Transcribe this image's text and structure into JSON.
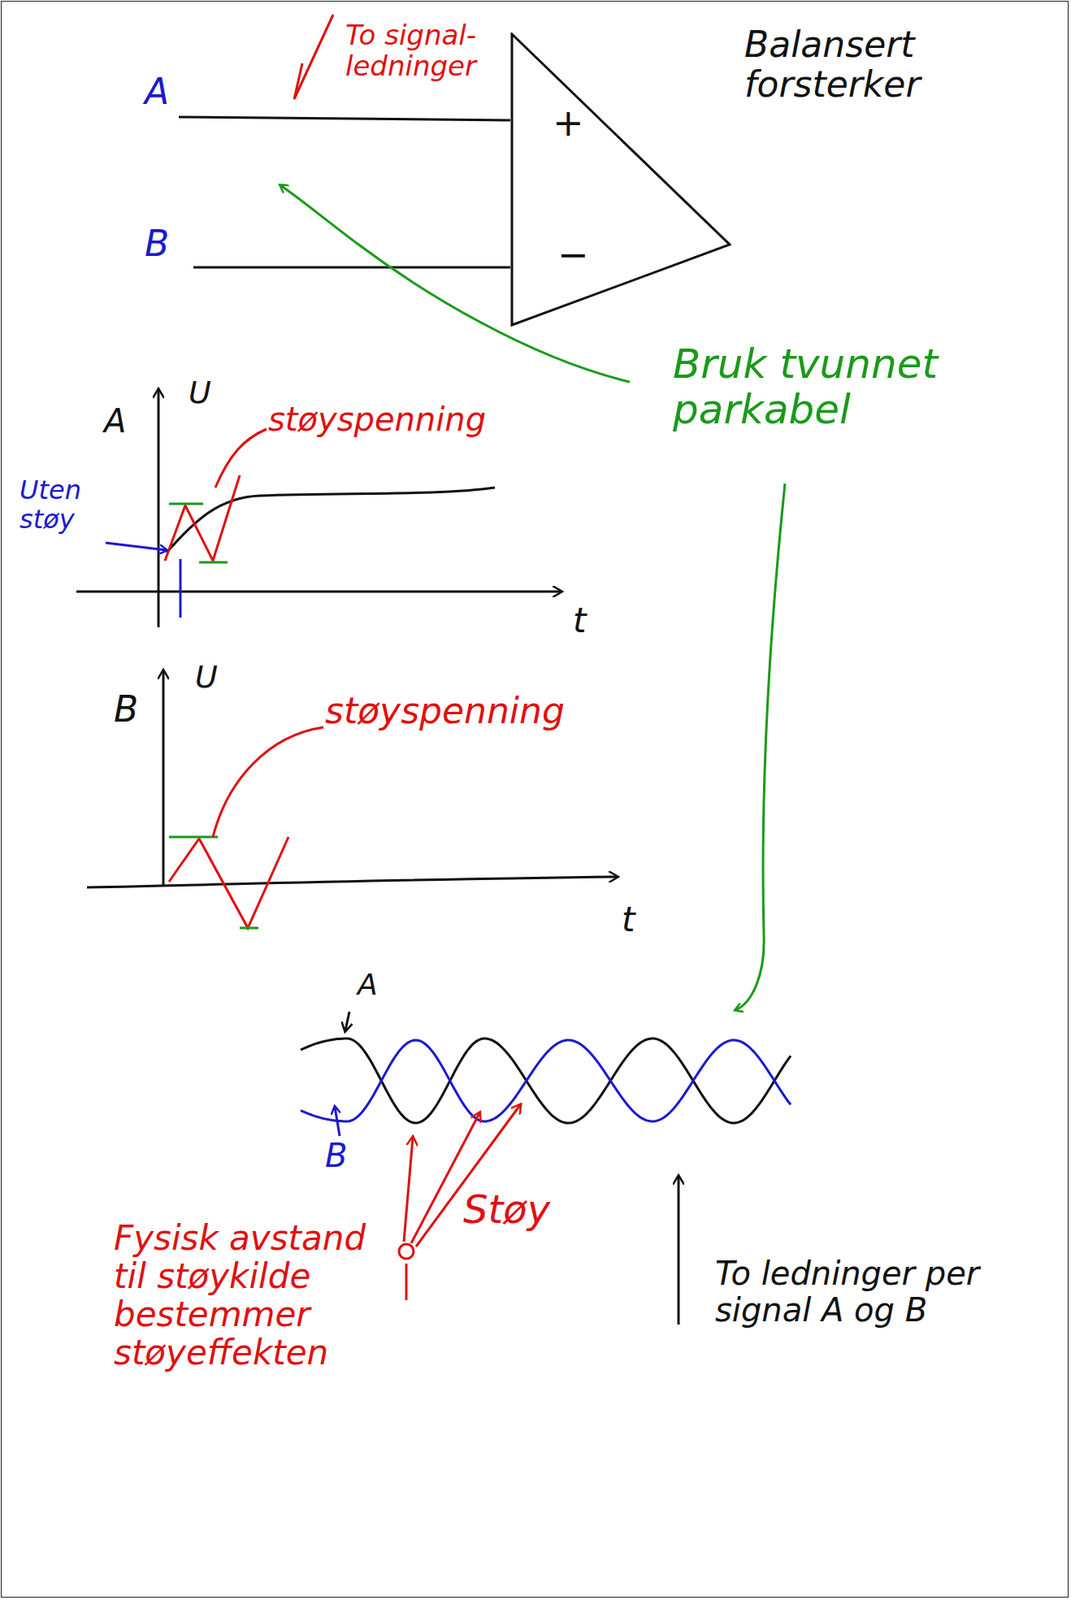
{
  "diagram": {
    "nodes": [
      {
        "text": [
          "+",
          "−"
        ]
      }
    ],
    "labels": [
      "A",
      "B",
      "To signal-ledninger",
      "Balansert forsterker",
      "Bruk tvunnet parkabel",
      "A",
      "U",
      "støyspenning",
      "Uten støy",
      "t",
      "B",
      "U",
      "støyspenning",
      "t",
      "A",
      "B",
      "Fysisk avstand til støykilde bestemmer støyeffekten",
      "Støy",
      "To ledninger per signal A og B"
    ]
  }
}
